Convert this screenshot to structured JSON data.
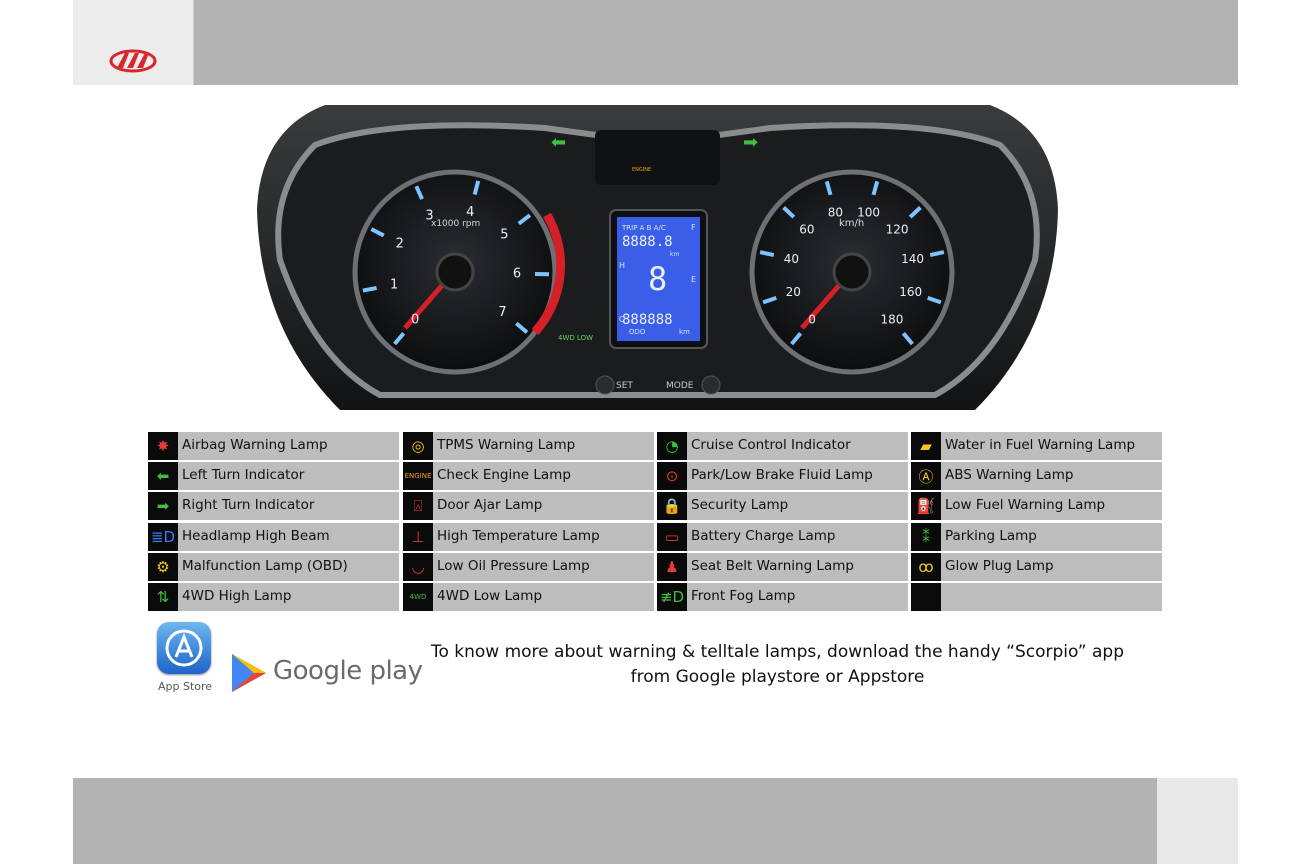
{
  "header": {
    "logo": "mahindra-logo"
  },
  "cluster": {
    "tach_unit": "x1000 rpm",
    "tach_numbers": [
      "0",
      "1",
      "2",
      "3",
      "4",
      "5",
      "6",
      "7"
    ],
    "speed_unit": "km/h",
    "speed_numbers": [
      "0",
      "20",
      "40",
      "60",
      "80",
      "100",
      "120",
      "140",
      "160",
      "180"
    ],
    "lcd_top_labels": "TRIP A B A/C",
    "lcd_top_digits": "8888.8",
    "lcd_km": "km",
    "lcd_gear": "8",
    "lcd_bottom_digits": "888888",
    "lcd_odo": "ODO",
    "lcd_km2": "km",
    "lcd_h": "H",
    "lcd_c": "C",
    "lcd_f": "F",
    "lcd_e": "E",
    "engine_text": "ENGINE",
    "fourwd_low": "4WD LOW",
    "set_label": "SET",
    "mode_label": "MODE"
  },
  "legend": {
    "rows": [
      [
        {
          "icon": "airbag-icon",
          "glyph": "✸",
          "color": "#e53935",
          "label": "Airbag Warning Lamp"
        },
        {
          "icon": "tpms-icon",
          "glyph": "◎",
          "color": "#f5c518",
          "label": "TPMS Warning Lamp"
        },
        {
          "icon": "cruise-icon",
          "glyph": "◔",
          "color": "#3fbf3f",
          "label": "Cruise Control Indicator"
        },
        {
          "icon": "water-in-fuel-icon",
          "glyph": "▰",
          "color": "#f5c518",
          "label": "Water in Fuel Warning Lamp"
        }
      ],
      [
        {
          "icon": "left-arrow-icon",
          "glyph": "⬅",
          "color": "#3fbf3f",
          "label": "Left Turn Indicator"
        },
        {
          "icon": "check-engine-icon",
          "glyph": "ENGINE",
          "color": "#f0a020",
          "label": "Check Engine Lamp"
        },
        {
          "icon": "brake-icon",
          "glyph": "⊙",
          "color": "#e53935",
          "label": "Park/Low Brake Fluid Lamp"
        },
        {
          "icon": "abs-icon",
          "glyph": "Ⓐ",
          "color": "#f5c518",
          "label": "ABS Warning Lamp"
        }
      ],
      [
        {
          "icon": "right-arrow-icon",
          "glyph": "➡",
          "color": "#3fbf3f",
          "label": "Right Turn Indicator"
        },
        {
          "icon": "door-ajar-icon",
          "glyph": "⍓",
          "color": "#e53935",
          "label": "Door Ajar Lamp"
        },
        {
          "icon": "security-icon",
          "glyph": "🔒",
          "color": "#e53935",
          "label": "Security Lamp"
        },
        {
          "icon": "low-fuel-icon",
          "glyph": "⛽",
          "color": "#f5c518",
          "label": "Low Fuel Warning Lamp"
        }
      ],
      [
        {
          "icon": "high-beam-icon",
          "glyph": "≣D",
          "color": "#3a7bff",
          "label": "Headlamp High Beam"
        },
        {
          "icon": "temperature-icon",
          "glyph": "⊥",
          "color": "#e53935",
          "label": "High Temperature Lamp"
        },
        {
          "icon": "battery-icon",
          "glyph": "▭",
          "color": "#e53935",
          "label": "Battery Charge Lamp"
        },
        {
          "icon": "parking-lamp-icon",
          "glyph": "⁑",
          "color": "#3fbf3f",
          "label": "Parking Lamp"
        }
      ],
      [
        {
          "icon": "engine-obd-icon",
          "glyph": "⚙",
          "color": "#f5c518",
          "label": "Malfunction Lamp (OBD)"
        },
        {
          "icon": "oil-pressure-icon",
          "glyph": "◡",
          "color": "#e53935",
          "label": "Low Oil Pressure Lamp"
        },
        {
          "icon": "seat-belt-icon",
          "glyph": "♟",
          "color": "#e53935",
          "label": "Seat Belt Warning Lamp"
        },
        {
          "icon": "glow-plug-icon",
          "glyph": "ꝏ",
          "color": "#f5c518",
          "label": "Glow Plug Lamp"
        }
      ],
      [
        {
          "icon": "4wd-high-icon",
          "glyph": "⇅",
          "color": "#3fbf3f",
          "label": "4WD High Lamp"
        },
        {
          "icon": "4wd-low-icon",
          "glyph": "4WD",
          "color": "#3fbf3f",
          "label": "4WD Low Lamp"
        },
        {
          "icon": "front-fog-icon",
          "glyph": "≢D",
          "color": "#3fbf3f",
          "label": "Front Fog Lamp"
        },
        {
          "icon": "",
          "glyph": "",
          "color": "#000",
          "label": ""
        }
      ]
    ]
  },
  "apps": {
    "appstore_label": "App Store",
    "google_play_label": "Google play"
  },
  "info": {
    "line1": "To know more about warning & telltale lamps, download the handy “Scorpio” app",
    "line2": "from Google playstore or Appstore"
  }
}
